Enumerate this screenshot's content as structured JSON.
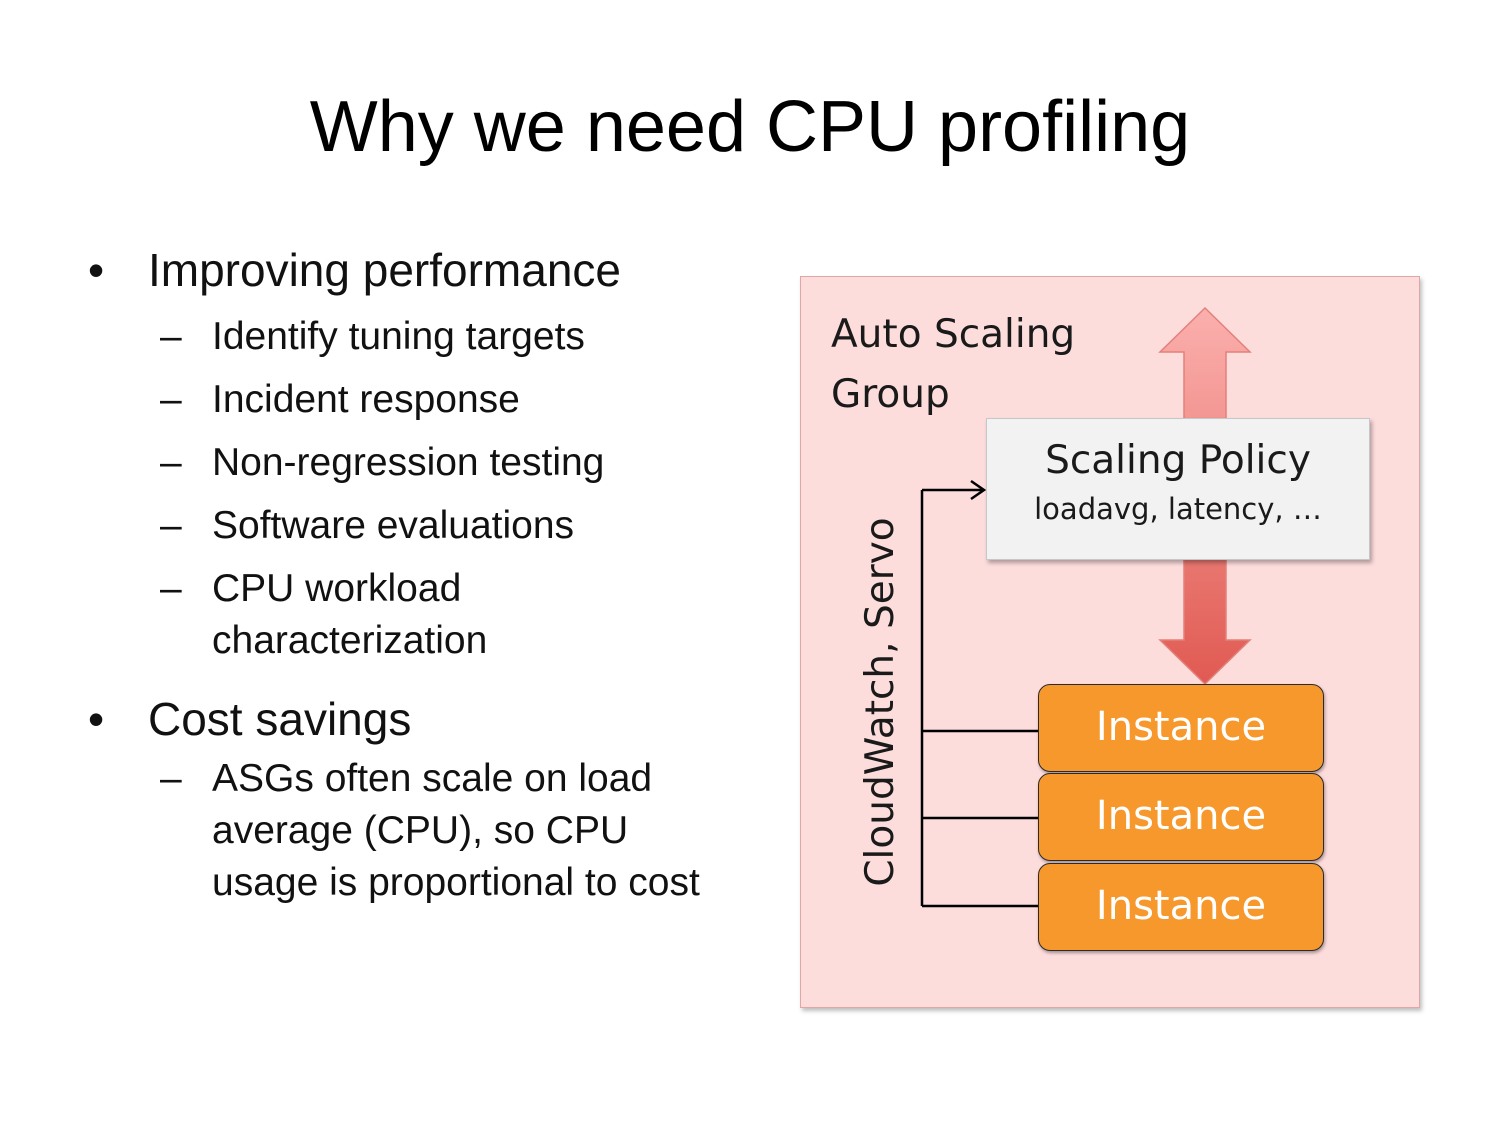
{
  "title": "Why we need CPU profiling",
  "bullets": [
    {
      "text": "Improving performance",
      "subs": [
        "Identify tuning targets",
        "Incident response",
        "Non-regression testing",
        "Software evaluations",
        "CPU workload\ncharacterization"
      ]
    },
    {
      "text": "Cost savings",
      "subs": [
        "ASGs often scale on load\naverage (CPU), so CPU\nusage is proportional to cost"
      ]
    }
  ],
  "diagram": {
    "group_label": "Auto Scaling\nGroup",
    "policy_title": "Scaling Policy",
    "policy_sub": "loadavg, latency, …",
    "monitor_label": "CloudWatch, Servo",
    "instances": [
      "Instance",
      "Instance",
      "Instance"
    ]
  },
  "colors": {
    "group_bg": "#fddcdc",
    "instance": "#f7982d",
    "arrow_top": "#fbb0ae",
    "arrow_bottom": "#e05a52"
  }
}
